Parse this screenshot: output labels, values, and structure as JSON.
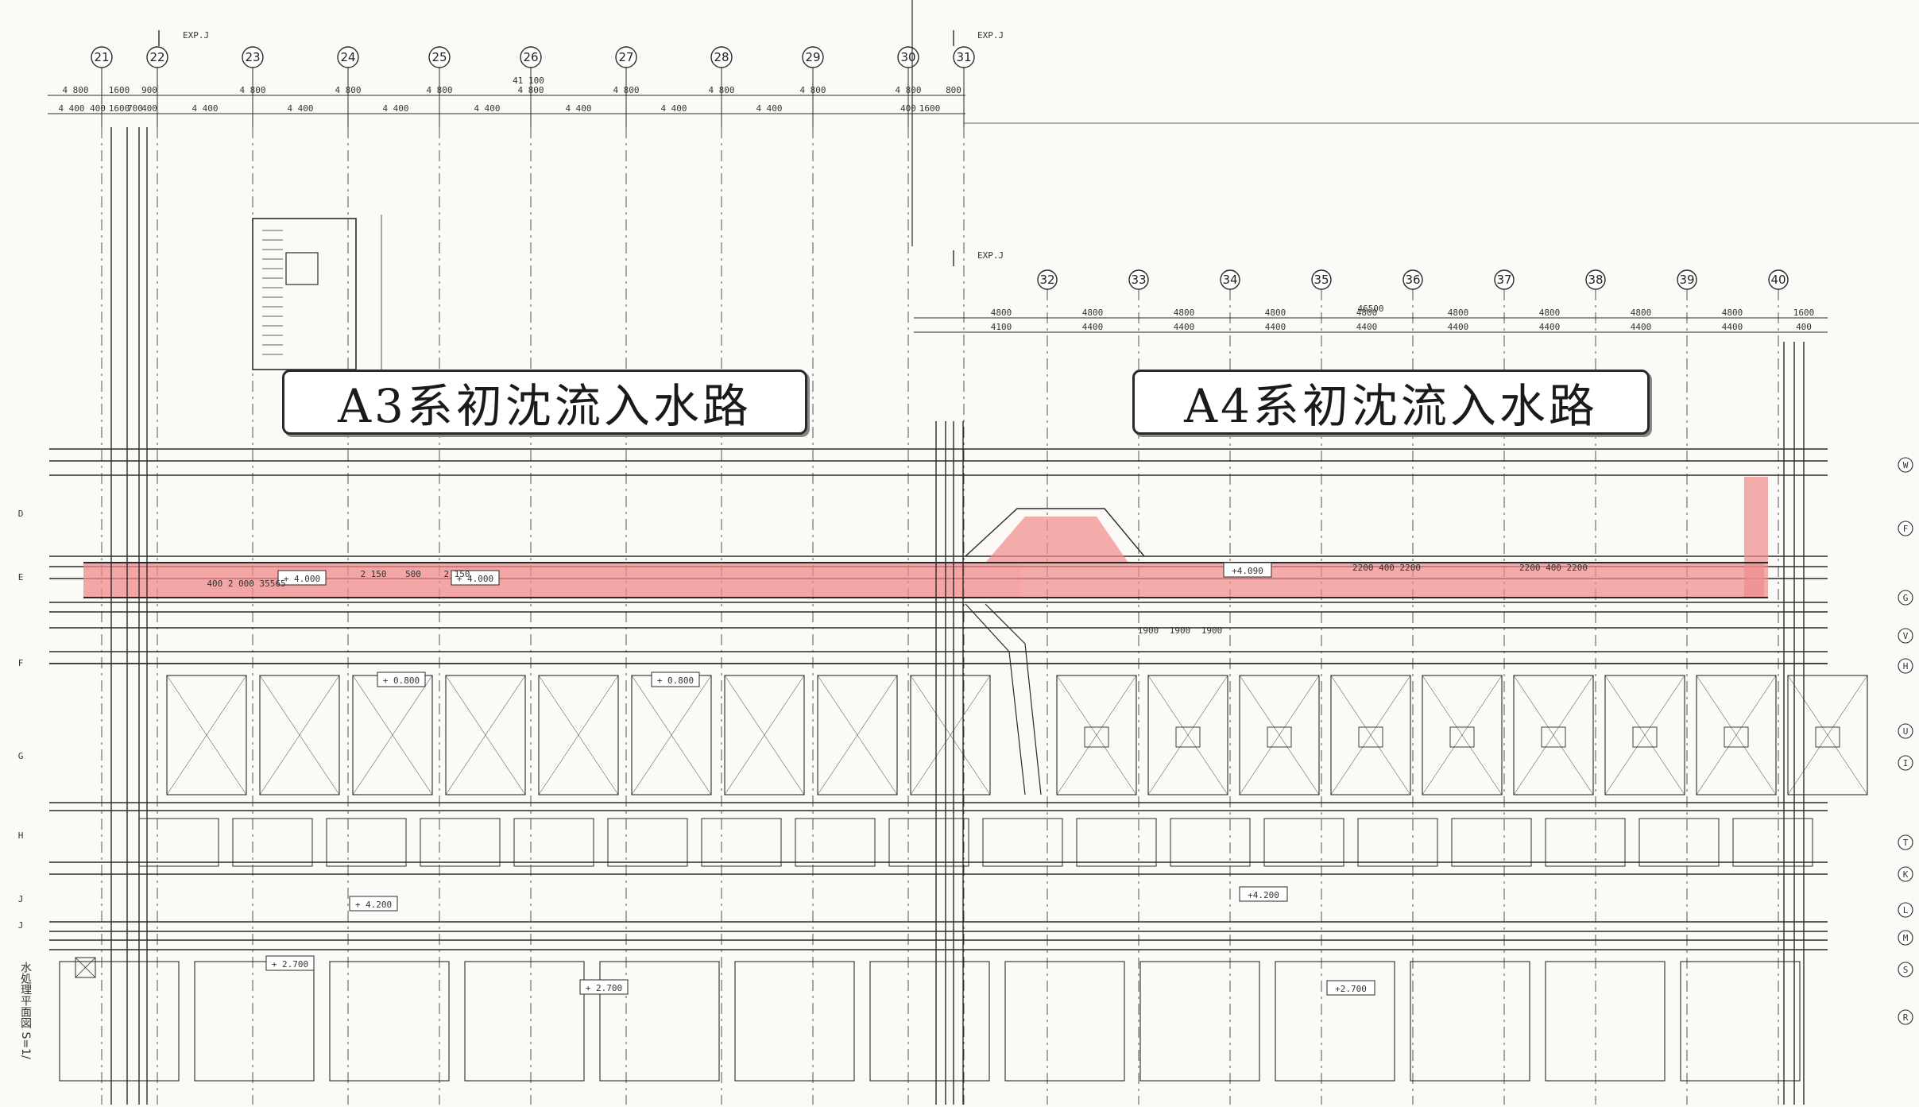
{
  "labels": {
    "a3": "A3系初沈流入水路",
    "a4": "A4系初沈流入水路"
  },
  "colors": {
    "paper": "#fbfaf6",
    "line": "#2a2a2a",
    "highlight": "#f08a8a"
  },
  "top_axes": [
    "21",
    "22",
    "23",
    "24",
    "25",
    "26",
    "27",
    "28",
    "29",
    "30",
    "31"
  ],
  "lower_axes": [
    "32",
    "33",
    "34",
    "35",
    "36",
    "37",
    "38",
    "39",
    "40"
  ],
  "total_dims": [
    "41 100",
    "46500"
  ],
  "row_dims_upper": [
    "4 800",
    "1600",
    "900",
    "4 800",
    "4 800",
    "4 800",
    "4 800",
    "4 800",
    "4 800",
    "4 800",
    "4 800",
    "800"
  ],
  "row_dims_upper2": [
    "4 400",
    "400",
    "1600",
    "700",
    "400",
    "4 400",
    "4 400",
    "4 400",
    "4 400",
    "4 400",
    "4 400",
    "4 400",
    "400",
    "1600"
  ],
  "row_dims_lower": [
    "4800",
    "4800",
    "4800",
    "4800",
    "4800",
    "4800",
    "4800",
    "4800",
    "4800",
    "1600"
  ],
  "row_dims_lower2": [
    "4100",
    "4400",
    "4400",
    "4400",
    "4400",
    "4400",
    "4400",
    "4400",
    "4400",
    "400"
  ],
  "right_axes": [
    "W",
    "F",
    "G",
    "V",
    "H",
    "U",
    "I",
    "T",
    "K",
    "L",
    "M",
    "S",
    "R"
  ],
  "left_axes": [
    "D",
    "E",
    "F",
    "G",
    "H",
    "J",
    "J"
  ],
  "exp_joints": [
    "EXP.J",
    "EXP.J",
    "EXP.J"
  ],
  "level_tags": [
    "+ 4.000",
    "+ 4.000",
    "+ 0.800",
    "+ 0.800",
    "+ 4.200",
    "+ 2.700",
    "+ 2.700",
    "+4.090",
    "+4.200",
    "+2.700"
  ],
  "channel_dims": [
    "2 150",
    "500",
    "2 150",
    "400 2 000 35565",
    "2200 400 2200",
    "2200 400 2200",
    "1900",
    "1900",
    "1900"
  ],
  "sheet_note": "水処理平面図 S=1/"
}
